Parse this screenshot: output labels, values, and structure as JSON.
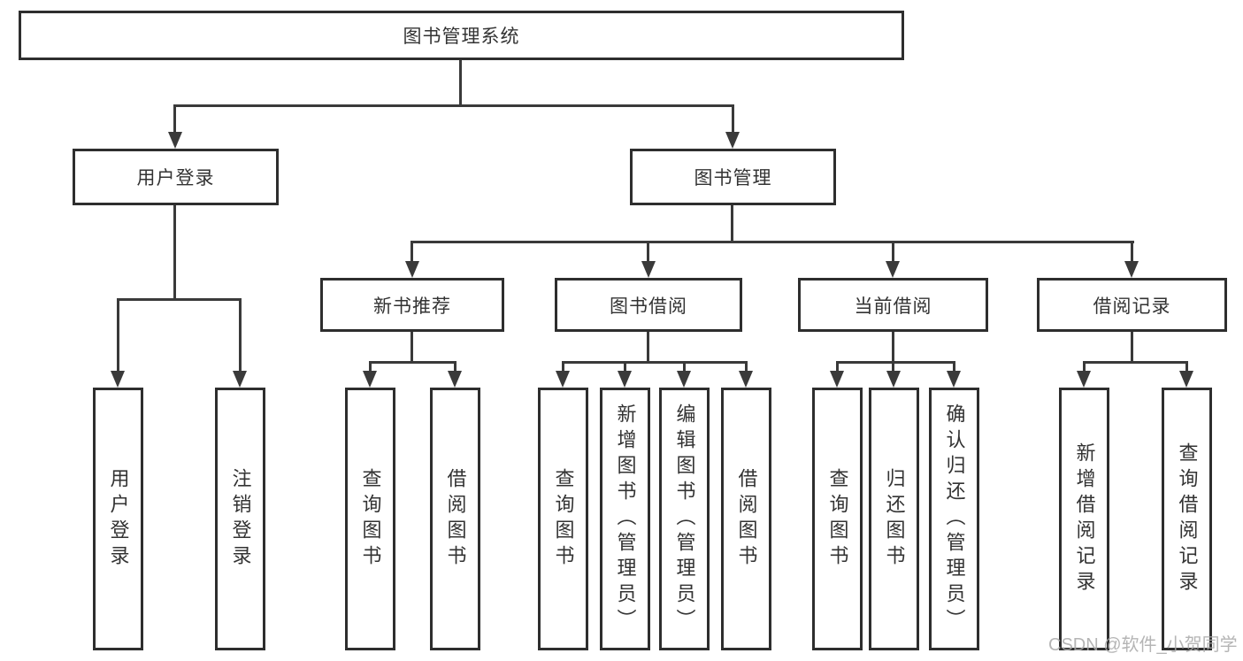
{
  "diagram_title": "图书管理系统",
  "tree": {
    "root": {
      "label": "图书管理系统"
    },
    "user_login": {
      "label": "用户登录",
      "children": [
        {
          "label": "用户登录"
        },
        {
          "label": "注销登录"
        }
      ]
    },
    "book_mgmt": {
      "label": "图书管理",
      "sections": [
        {
          "label": "新书推荐",
          "children": [
            {
              "label": "查询图书"
            },
            {
              "label": "借阅图书"
            }
          ]
        },
        {
          "label": "图书借阅",
          "children": [
            {
              "label": "查询图书"
            },
            {
              "label": "新增图书（管理员）"
            },
            {
              "label": "编辑图书（管理员）"
            },
            {
              "label": "借阅图书"
            }
          ]
        },
        {
          "label": "当前借阅",
          "children": [
            {
              "label": "查询图书"
            },
            {
              "label": "归还图书"
            },
            {
              "label": "确认归还（管理员）"
            }
          ]
        },
        {
          "label": "借阅记录",
          "children": [
            {
              "label": "新增借阅记录"
            },
            {
              "label": "查询借阅记录"
            }
          ]
        }
      ]
    }
  },
  "watermark": {
    "text": "CSDN @软件_小贺同学"
  },
  "colors": {
    "line": "#3a3a3a",
    "box_border": "#2e2e2e",
    "text": "#333333",
    "background": "#ffffff",
    "watermark": "#a8a8a8"
  }
}
